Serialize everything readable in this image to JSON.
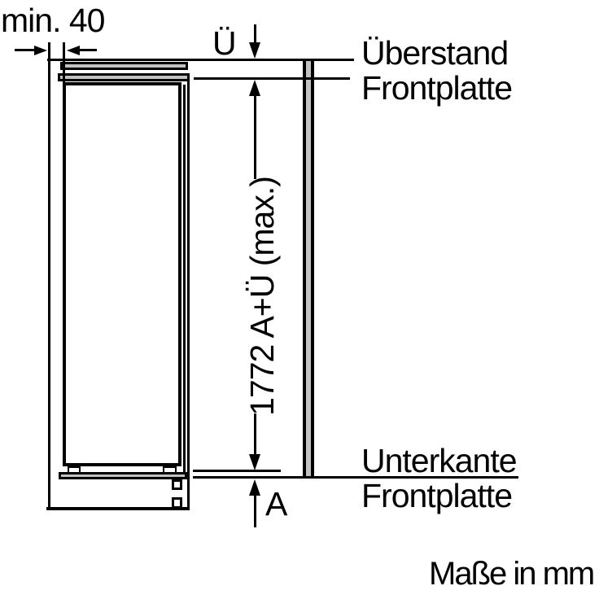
{
  "diagram": {
    "dimensions": {
      "min_gap": "min. 40",
      "overhang": "Ü",
      "height": "1772 A+Ü (max.)",
      "bottom_gap": "A"
    },
    "labels": {
      "top_ref": [
        "Überstand",
        "Frontplatte"
      ],
      "bottom_ref": [
        "Unterkante",
        "Frontplatte"
      ]
    },
    "unit_note": "Maße in mm",
    "colors": {
      "stroke": "#000000",
      "fill_grey": "#c2c2c2",
      "background": "#ffffff"
    }
  }
}
